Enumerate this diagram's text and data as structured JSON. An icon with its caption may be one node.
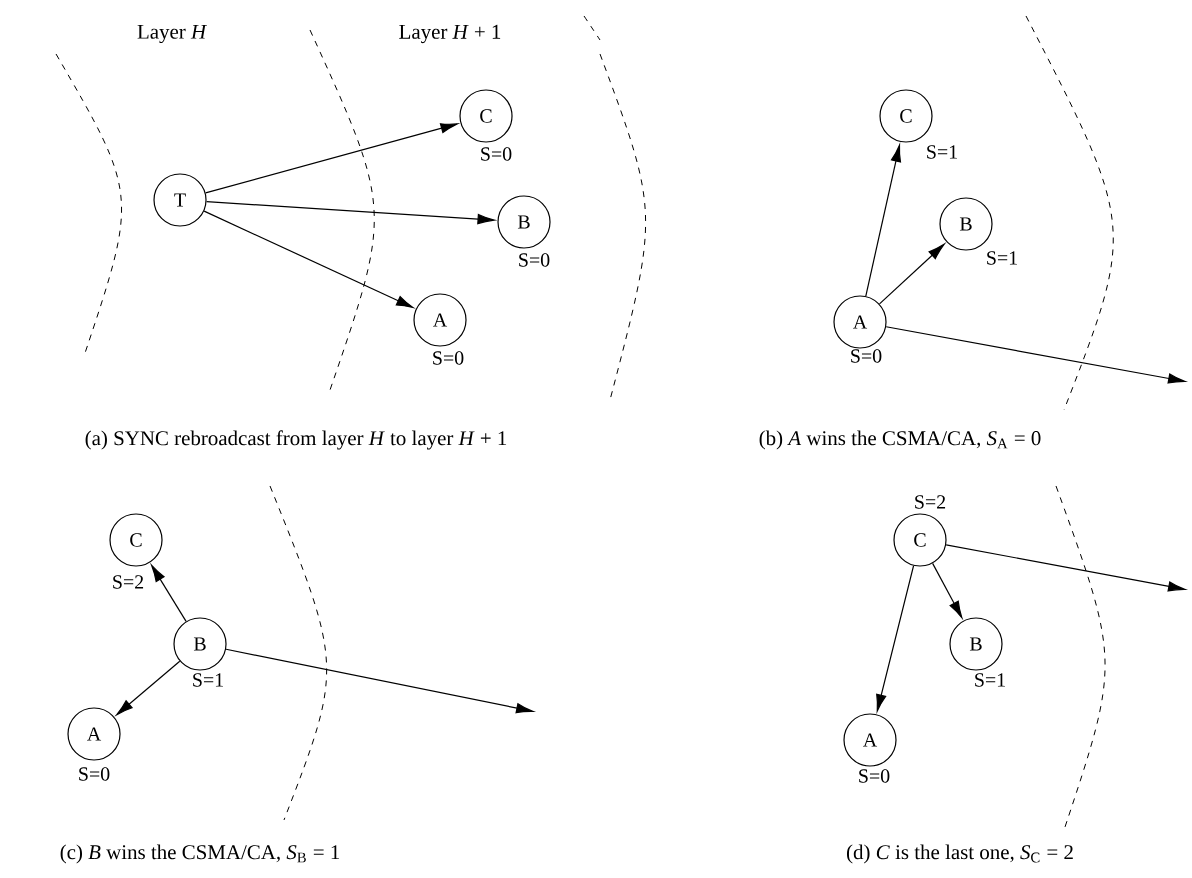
{
  "diagram": {
    "nodes": [
      {
        "text": [
          "T"
        ]
      },
      {
        "text": [
          "C"
        ],
        "beside": [
          "S=0"
        ]
      },
      {
        "text": [
          "B"
        ],
        "beside": [
          "S=0"
        ]
      },
      {
        "text": [
          "A"
        ],
        "beside": [
          "S=0"
        ]
      },
      {
        "text": [
          "C"
        ],
        "beside": [
          "S=1"
        ]
      },
      {
        "text": [
          "B"
        ],
        "beside": [
          "S=1"
        ]
      },
      {
        "text": [
          "A"
        ],
        "beside": [
          "S=0"
        ]
      },
      {
        "text": [
          "C"
        ],
        "beside": [
          "S=2"
        ]
      },
      {
        "text": [
          "B"
        ],
        "beside": [
          "S=1"
        ]
      },
      {
        "text": [
          "A"
        ],
        "beside": [
          "S=0"
        ]
      },
      {
        "text": [
          "C"
        ],
        "beside": [
          "S=2"
        ]
      },
      {
        "text": [
          "B"
        ],
        "beside": [
          "S=1"
        ]
      },
      {
        "text": [
          "A"
        ],
        "beside": [
          "S=0"
        ]
      }
    ],
    "edges": [
      {
        "from": 0,
        "to": 1,
        "arrow": "to"
      },
      {
        "from": 0,
        "to": 2,
        "arrow": "to"
      },
      {
        "from": 0,
        "to": 3,
        "arrow": "to"
      },
      {
        "from": 6,
        "to": 4,
        "arrow": "to"
      },
      {
        "from": 6,
        "to": 5,
        "arrow": "to"
      },
      {
        "from": 6,
        "to": null,
        "arrow": "to"
      },
      {
        "from": 8,
        "to": 7,
        "arrow": "to"
      },
      {
        "from": 8,
        "to": 9,
        "arrow": "to"
      },
      {
        "from": 8,
        "to": null,
        "arrow": "to"
      },
      {
        "from": 10,
        "to": 11,
        "arrow": "to"
      },
      {
        "from": 10,
        "to": 12,
        "arrow": "to"
      },
      {
        "from": 10,
        "to": null,
        "arrow": "to"
      }
    ],
    "labels": [
      "Layer *H*",
      "Layer *H* + 1",
      "(a) SYNC rebroadcast from layer *H* to layer *H* + 1",
      "(b) *A* wins the CSMA/CA, *S*$_{A}$ = 0",
      "(c) *B* wins the CSMA/CA, *S*$_{B}$ = 1",
      "(d) *C* is the last one, *S*$_{C}$ = 2"
    ]
  }
}
